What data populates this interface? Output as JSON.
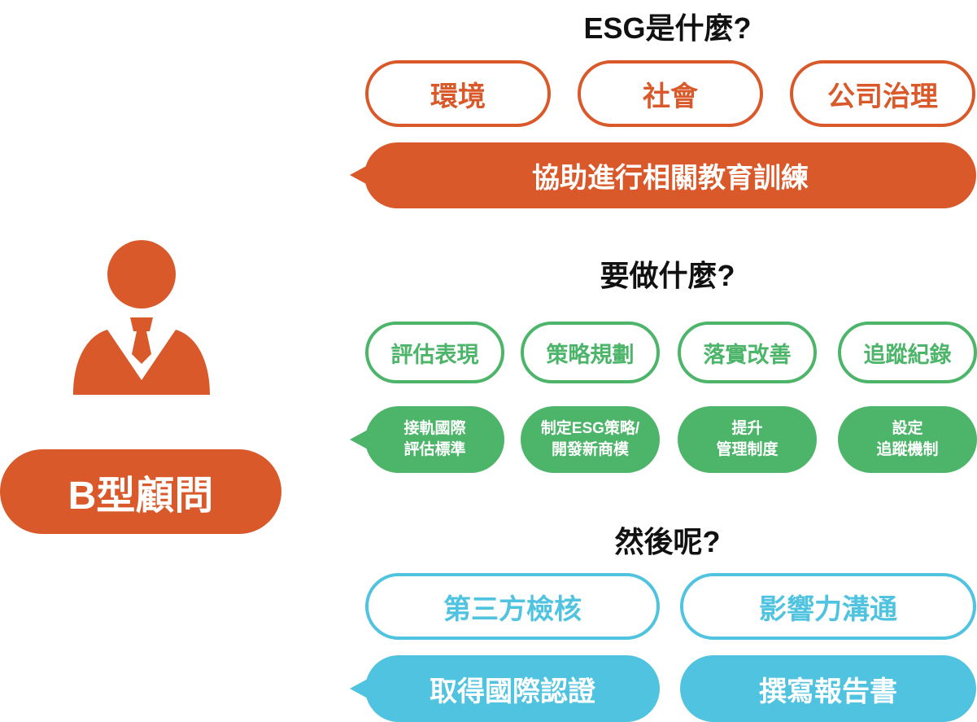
{
  "colors": {
    "orange": "#d9592b",
    "green": "#4db56a",
    "blue": "#4fc3df"
  },
  "consultant": {
    "icon": "person-with-tie-icon",
    "label": "B型顧問"
  },
  "section1": {
    "title": "ESG是什麼?",
    "pillars": [
      "環境",
      "社會",
      "公司治理"
    ],
    "action": "協助進行相關教育訓練"
  },
  "section2": {
    "title": "要做什麼?",
    "steps": [
      "評估表現",
      "策略規劃",
      "落實改善",
      "追蹤紀錄"
    ],
    "details": [
      [
        "接軌國際",
        "評估標準"
      ],
      [
        "制定ESG策略/",
        "開發新商模"
      ],
      [
        "提升",
        "管理制度"
      ],
      [
        "設定",
        "追蹤機制"
      ]
    ]
  },
  "section3": {
    "title": "然後呢?",
    "items": [
      "第三方檢核",
      "影響力溝通"
    ],
    "actions": [
      "取得國際認證",
      "撰寫報告書"
    ]
  }
}
